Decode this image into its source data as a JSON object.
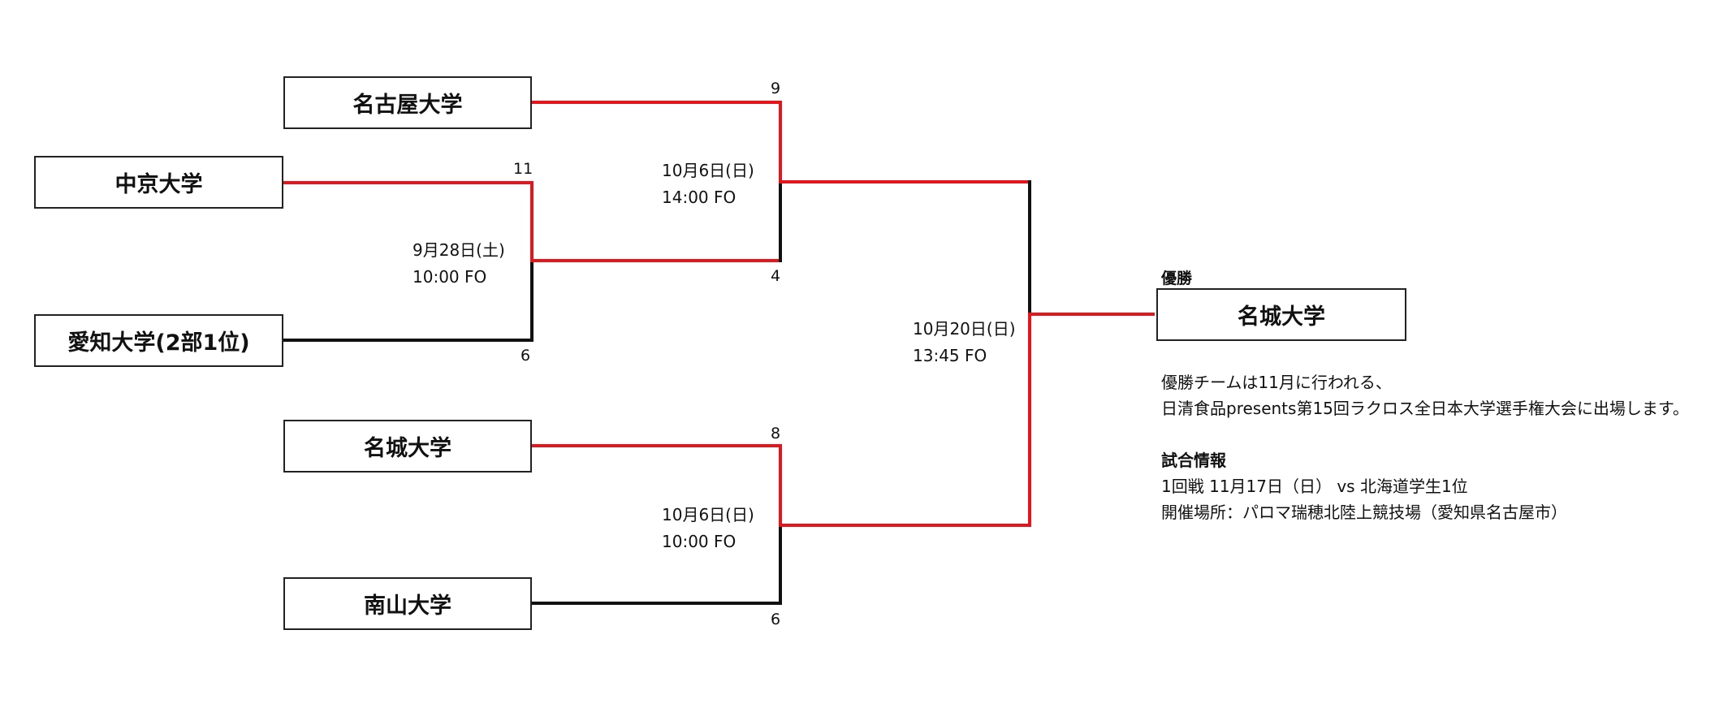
{
  "colors": {
    "win": "#e8141b",
    "loss": "#111111"
  },
  "teams": {
    "nagoya": "名古屋大学",
    "chukyo": "中京大学",
    "aichi": "愛知大学(2部1位)",
    "meijo": "名城大学",
    "nanzan": "南山大学"
  },
  "scores": {
    "r1_chukyo": "11",
    "r1_aichi": "6",
    "sf1_nagoya": "9",
    "sf1_chukyo": "4",
    "sf2_meijo": "8",
    "sf2_nanzan": "6"
  },
  "matches": {
    "r1": {
      "date": "9月28日(土)",
      "time": "10:00 FO"
    },
    "sf1": {
      "date": "10月6日(日)",
      "time": "14:00 FO"
    },
    "sf2": {
      "date": "10月6日(日)",
      "time": "10:00 FO"
    },
    "final": {
      "date": "10月20日(日)",
      "time": "13:45 FO"
    }
  },
  "champion": {
    "label": "優勝",
    "team": "名城大学"
  },
  "notes": {
    "line1": "優勝チームは11月に行われる、",
    "line2": "日清食品presents第15回ラクロス全日本大学選手権大会に出場します。",
    "info_heading": "試合情報",
    "info_line1": "1回戦 11月17日（日） vs 北海道学生1位",
    "info_line2": "開催場所：パロマ瑞穂北陸上競技場（愛知県名古屋市）"
  }
}
